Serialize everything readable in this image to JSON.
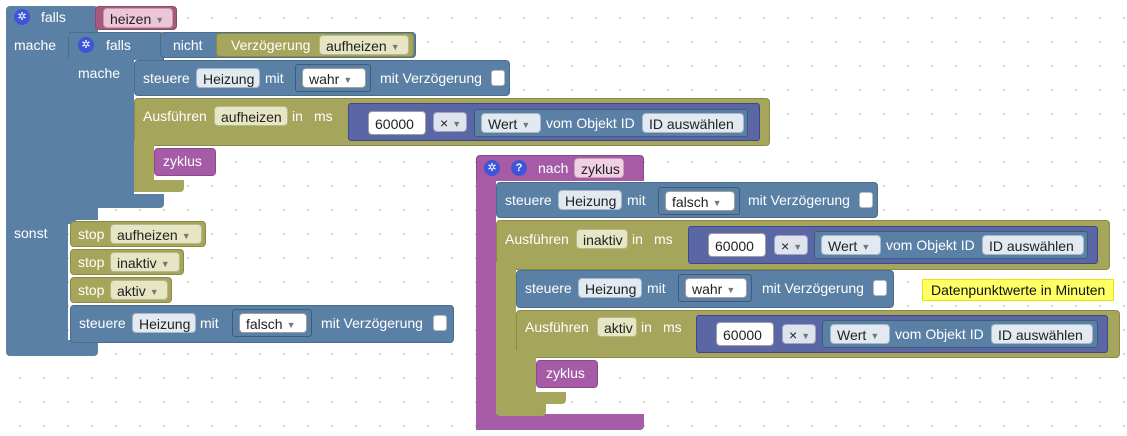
{
  "main_if": {
    "if_label": "falls",
    "condition_var": "heizen",
    "do_label": "mache",
    "else_label": "sonst"
  },
  "inner_if": {
    "if_label": "falls",
    "not_label": "nicht",
    "delay_label": "Verzögerung",
    "delay_var": "aufheizen",
    "do_label": "mache"
  },
  "set1": {
    "label": "steuere",
    "device": "Heizung",
    "with": "mit",
    "value": "wahr",
    "delay_label": "mit Verzögerung"
  },
  "run1": {
    "label": "Ausführen",
    "var": "aufheizen",
    "in": "in",
    "ms": "ms",
    "number": "60000",
    "op": "×",
    "value_label": "Wert",
    "obj_label": "vom Objekt ID",
    "id_button": "ID auswählen"
  },
  "zyklus1": "zyklus",
  "else_stops": [
    {
      "label": "stop",
      "var": "aufheizen"
    },
    {
      "label": "stop",
      "var": "inaktiv"
    },
    {
      "label": "stop",
      "var": "aktiv"
    }
  ],
  "set_else": {
    "label": "steuere",
    "device": "Heizung",
    "with": "mit",
    "value": "falsch",
    "delay_label": "mit Verzögerung"
  },
  "proc": {
    "after": "nach",
    "name": "zyklus"
  },
  "set2": {
    "label": "steuere",
    "device": "Heizung",
    "with": "mit",
    "value": "falsch",
    "delay_label": "mit Verzögerung"
  },
  "run2": {
    "label": "Ausführen",
    "var": "inaktiv",
    "in": "in",
    "ms": "ms",
    "number": "60000",
    "op": "×",
    "value_label": "Wert",
    "obj_label": "vom Objekt ID",
    "id_button": "ID auswählen"
  },
  "set3": {
    "label": "steuere",
    "device": "Heizung",
    "with": "mit",
    "value": "wahr",
    "delay_label": "mit Verzögerung"
  },
  "run3": {
    "label": "Ausführen",
    "var": "aktiv",
    "in": "in",
    "ms": "ms",
    "number": "60000",
    "op": "×",
    "value_label": "Wert",
    "obj_label": "vom Objekt ID",
    "id_button": "ID auswählen"
  },
  "zyklus2": "zyklus",
  "comment": "Datenpunktwerte in Minuten"
}
